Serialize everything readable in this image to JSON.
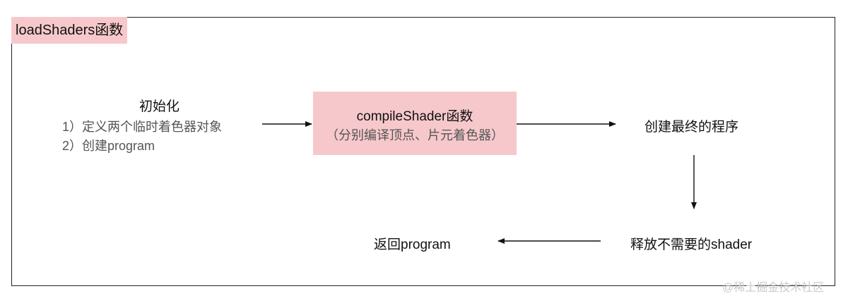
{
  "title": "loadShaders函数",
  "init": {
    "title": "初始化",
    "steps": [
      "1）定义两个临时着色器对象",
      "2）创建program"
    ]
  },
  "compile": {
    "title": "compileShader函数",
    "subtitle": "（分别编译顶点、片元着色器）"
  },
  "final_step": "创建最终的程序",
  "release_step": "释放不需要的shader",
  "return_step": "返回program",
  "watermark": "@稀土掘金技术社区",
  "colors": {
    "highlight": "#f6c8cb",
    "border": "#222222",
    "muted_text": "#555555"
  }
}
